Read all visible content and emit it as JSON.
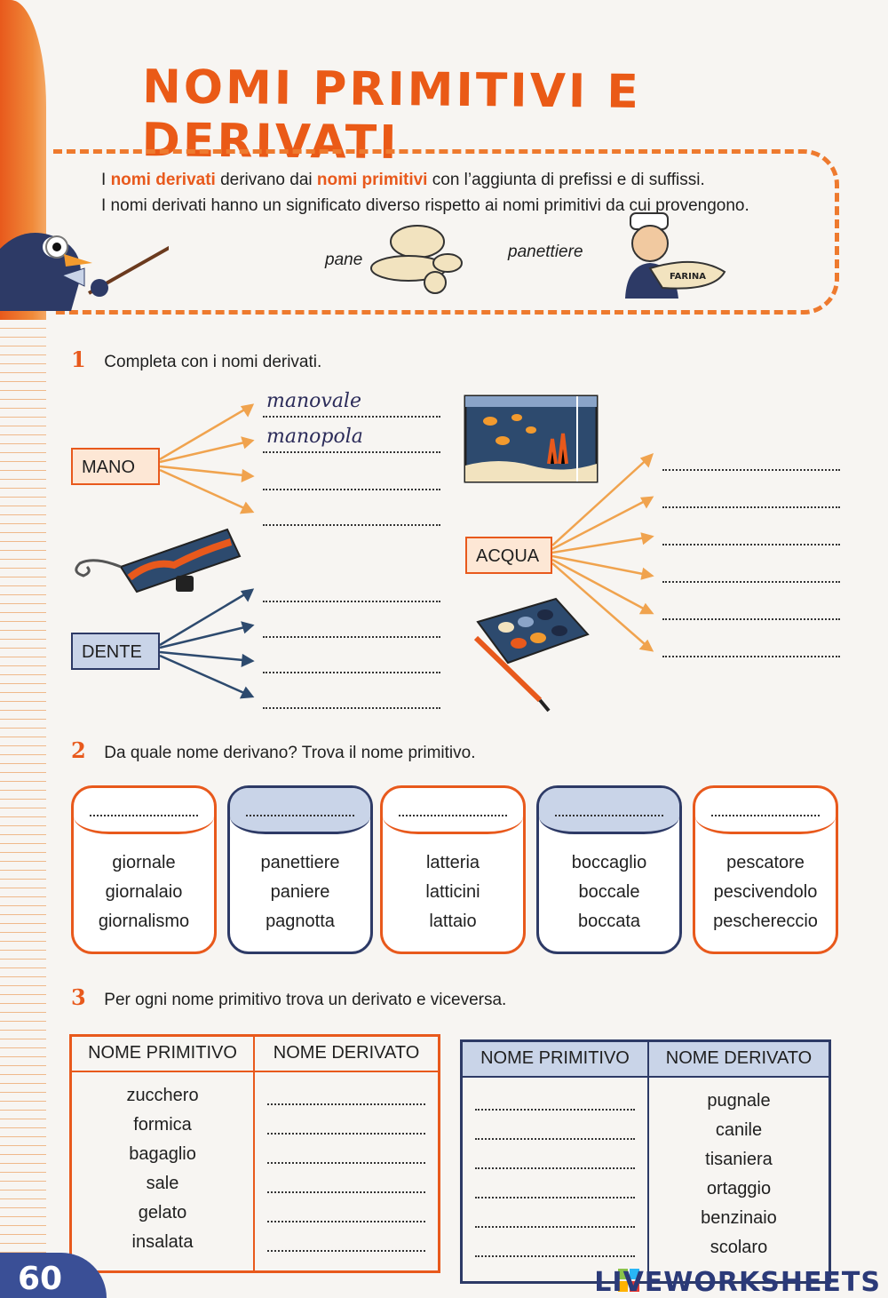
{
  "title": "NOMI PRIMITIVI E DERIVATI",
  "rule": {
    "line1_a": "I ",
    "line1_b": "nomi derivati",
    "line1_c": " derivano dai ",
    "line1_d": "nomi primitivi",
    "line1_e": " con l’aggiunta di prefissi e di suffissi.",
    "line2": "I nomi derivati hanno un significato diverso rispetto ai nomi primitivi da cui provengono.",
    "example_primitive": "pane",
    "example_derived": "panettiere",
    "flour_label": "FARINA"
  },
  "exercise1": {
    "number": "1",
    "instruction": "Completa con i nomi derivati.",
    "groups": [
      {
        "word": "MANO",
        "answers": [
          "manovale",
          "manopola",
          "",
          ""
        ]
      },
      {
        "word": "DENTE",
        "answers": [
          "",
          "",
          "",
          ""
        ]
      },
      {
        "word": "ACQUA",
        "answers": [
          "",
          "",
          "",
          "",
          "",
          ""
        ]
      }
    ]
  },
  "exercise2": {
    "number": "2",
    "instruction": "Da quale nome derivano? Trova il nome primitivo.",
    "cards": [
      {
        "style": "orange",
        "words": [
          "giornale",
          "giornalaio",
          "giornalismo"
        ]
      },
      {
        "style": "blue",
        "words": [
          "panettiere",
          "paniere",
          "pagnotta"
        ]
      },
      {
        "style": "orange",
        "words": [
          "latteria",
          "latticini",
          "lattaio"
        ]
      },
      {
        "style": "blue",
        "words": [
          "boccaglio",
          "boccale",
          "boccata"
        ]
      },
      {
        "style": "orange",
        "words": [
          "pescatore",
          "pescivendolo",
          "peschereccio"
        ]
      }
    ]
  },
  "exercise3": {
    "number": "3",
    "instruction": "Per ogni nome primitivo trova un derivato e viceversa.",
    "table_left": {
      "headers": [
        "NOME PRIMITIVO",
        "NOME DERIVATO"
      ],
      "primitives": [
        "zucchero",
        "formica",
        "bagaglio",
        "sale",
        "gelato",
        "insalata"
      ]
    },
    "table_right": {
      "headers": [
        "NOME PRIMITIVO",
        "NOME DERIVATO"
      ],
      "derived": [
        "pugnale",
        "canile",
        "tisaniera",
        "ortaggio",
        "benzinaio",
        "scolaro"
      ]
    }
  },
  "page_number": "60",
  "brand": "LIVEWORKSHEETS",
  "colors": {
    "accent": "#e8591c",
    "navy": "#2d3a66",
    "light_blue": "#c9d4e8"
  }
}
